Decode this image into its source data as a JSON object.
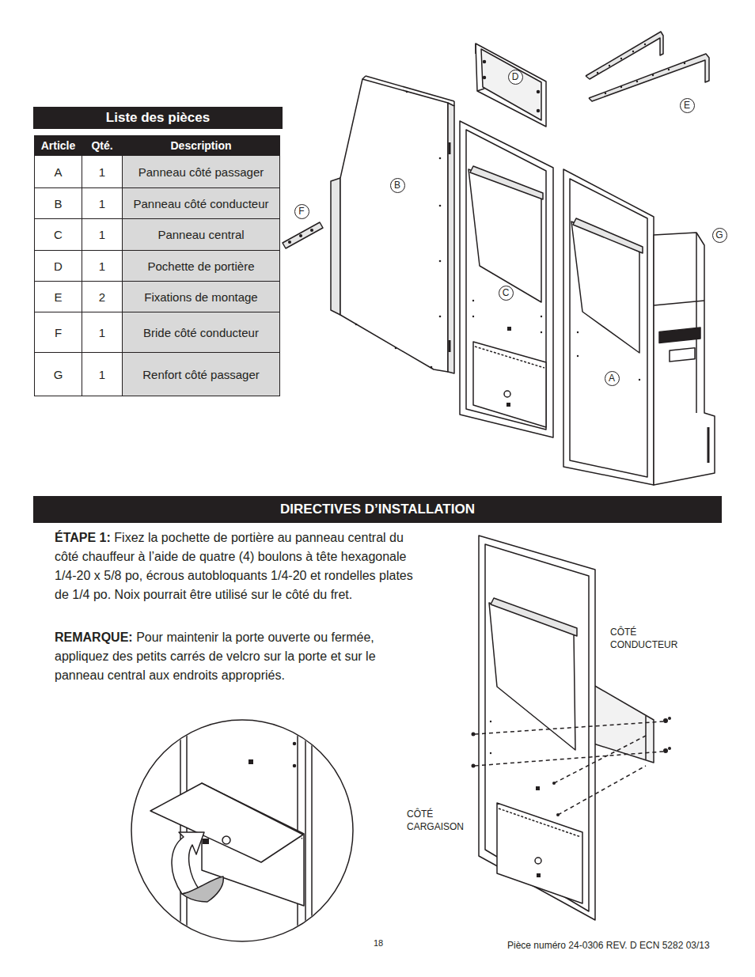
{
  "diagram": {
    "nodes": [
      {
        "text": [
          "Liste des pièces"
        ]
      },
      {
        "text": [
          "D"
        ]
      },
      {
        "text": [
          "E"
        ]
      },
      {
        "text": [
          "B"
        ]
      },
      {
        "text": [
          "F"
        ]
      },
      {
        "text": [
          "G"
        ]
      },
      {
        "text": [
          "C"
        ]
      },
      {
        "text": [
          "A"
        ]
      },
      {
        "text": [
          "DIRECTIVES D’INSTALLATION"
        ]
      }
    ],
    "labels": [
      "Article",
      "Qté.",
      "Description",
      "A",
      "1",
      "Panneau côté passager",
      "B",
      "1",
      "Panneau côté conducteur",
      "C",
      "1",
      "Panneau central",
      "D",
      "1",
      "Pochette de portière",
      "E",
      "2",
      "Fixations de montage",
      "F",
      "1",
      "Bride côté conducteur",
      "G",
      "1",
      "Renfort côté passager",
      "ÉTAPE 1:",
      "Fixez la pochette de portière au panneau central du côté chauffeur à l’aide de quatre (4) boulons à tête hexagonale 1/4-20 x 5/8 po, écrous autobloquants 1/4-20 et rondelles plates de 1/4 po. Noix pourrait être utilisé sur le côté du fret.",
      "REMARQUE:",
      "Pour maintenir la porte ouverte ou fermée, appliquez des petits carrés de velcro sur la porte et sur le panneau central aux endroits appropriés.",
      "CÔTÉ CONDUCTEUR",
      "CÔTÉ CARGAISON",
      "18",
      "Pièce numéro 24-0306 REV. D ECN 5282 03/13"
    ]
  }
}
